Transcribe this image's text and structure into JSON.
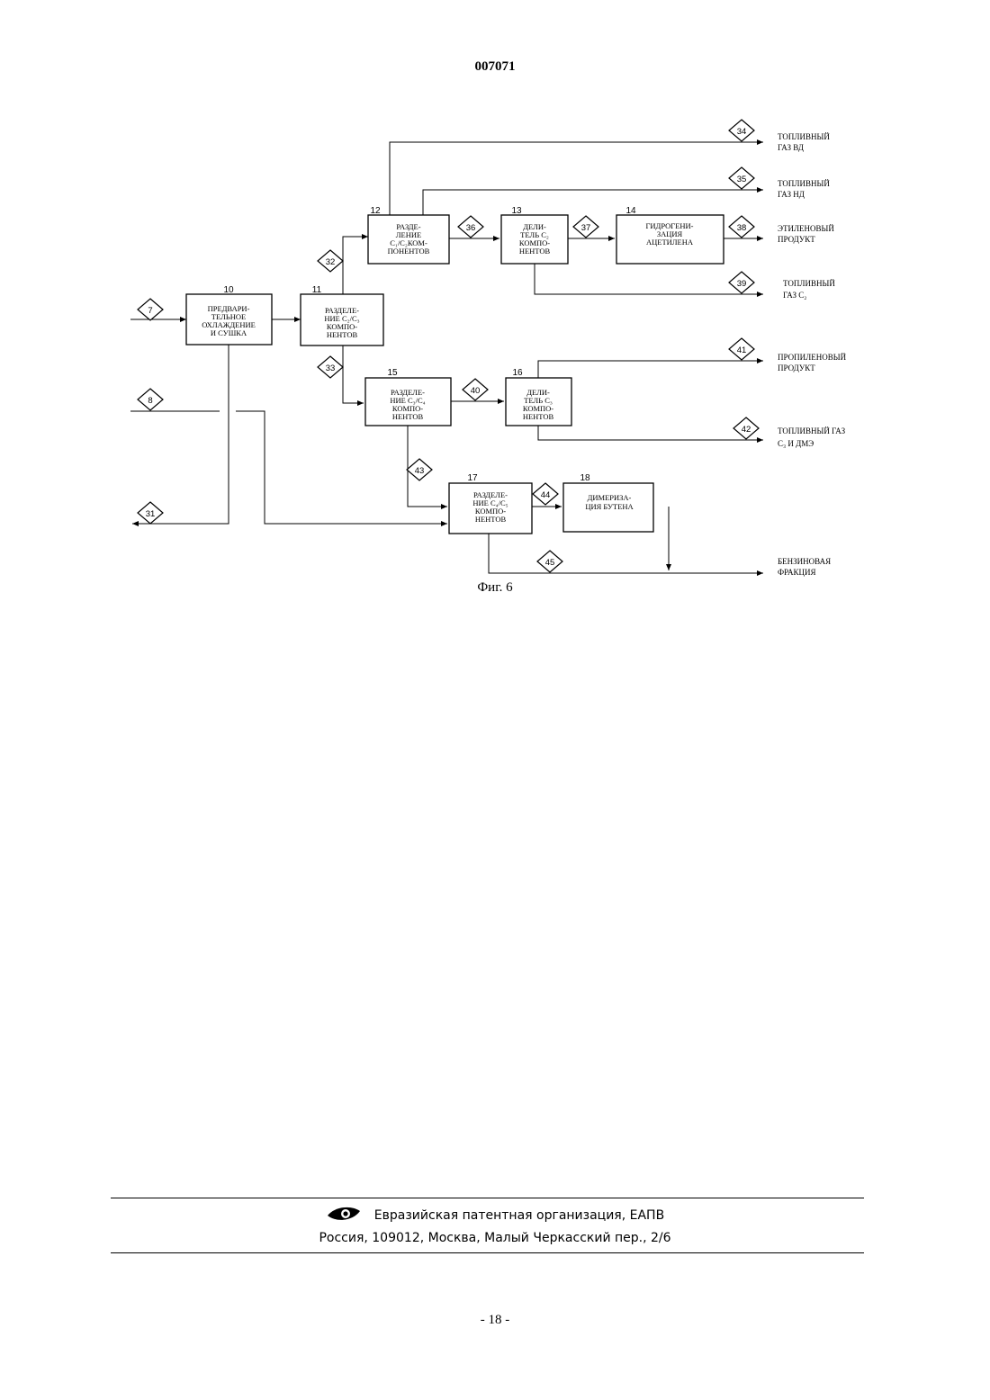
{
  "header": {
    "doc_number": "007071"
  },
  "figure": {
    "caption": "Фиг. 6",
    "blocks": {
      "b10": {
        "num": "10",
        "lines": [
          "ПРЕДВАРИ-",
          "ТЕЛЬНОЕ",
          "ОХЛАЖДЕНИЕ",
          "И СУШКА"
        ]
      },
      "b11": {
        "num": "11",
        "lines": [
          "РАЗДЕЛЕ-",
          "НИЕ C₂/C₃",
          "КОМПО-",
          "НЕНТОВ"
        ]
      },
      "b12": {
        "num": "12",
        "lines": [
          "РАЗДЕ-",
          "ЛЕНИЕ",
          "C₁/C₂КОМ-",
          "ПОНЕНТОВ"
        ]
      },
      "b13": {
        "num": "13",
        "lines": [
          "ДЕЛИ-",
          "ТЕЛЬ C₂",
          "КОМПО-",
          "НЕНТОВ"
        ]
      },
      "b14": {
        "num": "14",
        "lines": [
          "ГИДРОГЕНИ-",
          "ЗАЦИЯ",
          "АЦЕТИЛЕНА"
        ]
      },
      "b15": {
        "num": "15",
        "lines": [
          "РАЗДЕЛЕ-",
          "НИЕ C₃/C₄",
          "КОМПО-",
          "НЕНТОВ"
        ]
      },
      "b16": {
        "num": "16",
        "lines": [
          "ДЕЛИ-",
          "ТЕЛЬ C₃",
          "КОМПО-",
          "НЕНТОВ"
        ]
      },
      "b17": {
        "num": "17",
        "lines": [
          "РАЗДЕЛЕ-",
          "НИЕ C₄/C₅",
          "КОМПО-",
          "НЕНТОВ"
        ]
      },
      "b18": {
        "num": "18",
        "lines": [
          "ДИМЕРИЗА-",
          "ЦИЯ БУТЕНА"
        ]
      }
    },
    "streams": {
      "s7": "7",
      "s8": "8",
      "s31": "31",
      "s32": "32",
      "s33": "33",
      "s34": "34",
      "s35": "35",
      "s36": "36",
      "s37": "37",
      "s38": "38",
      "s39": "39",
      "s40": "40",
      "s41": "41",
      "s42": "42",
      "s43": "43",
      "s44": "44",
      "s45": "45"
    },
    "outputs": {
      "o34": [
        "ТОПЛИВНЫЙ",
        "ГАЗ ВД"
      ],
      "o35": [
        "ТОПЛИВНЫЙ",
        "ГАЗ НД"
      ],
      "o38": [
        "ЭТИЛЕНОВЫЙ",
        "ПРОДУКТ"
      ],
      "o39": [
        "ТОПЛИВНЫЙ",
        "ГАЗ C₂"
      ],
      "o41": [
        "ПРОПИЛЕНОВЫЙ",
        "ПРОДУКТ"
      ],
      "o42": [
        "ТОПЛИВНЫЙ ГАЗ",
        "C₃ И ДМЭ"
      ],
      "o45": [
        "БЕНЗИНОВАЯ",
        "ФРАКЦИЯ"
      ]
    }
  },
  "footer": {
    "org": "Евразийская патентная организация, ЕАПВ",
    "address": "Россия, 109012, Москва, Малый Черкасский пер., 2/6"
  },
  "page_number": "- 18 -"
}
